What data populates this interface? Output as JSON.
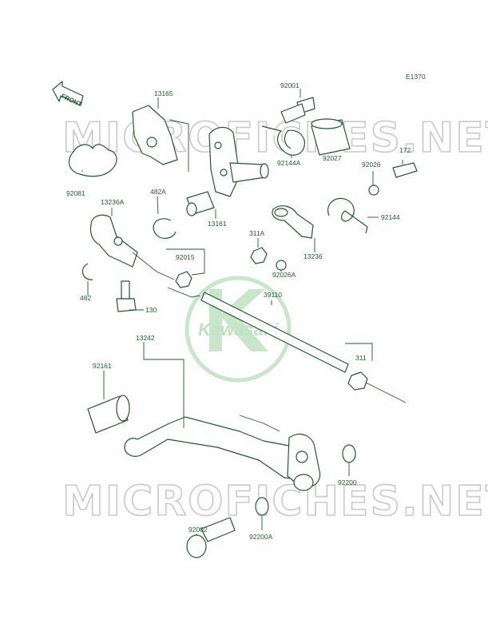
{
  "diagram": {
    "code": "E1370",
    "direction_label": "FRONT",
    "brand_watermark": "Kawasaki",
    "site_watermark": "MICROFICHES.NET",
    "part_labels": {
      "p92001": "92001",
      "p13165": "13165",
      "p92027": "92027",
      "p172": "172",
      "p92026": "92026",
      "p92081": "92081",
      "p13236A": "13236A",
      "p482A": "482A",
      "p92144A": "92144A",
      "p92144": "92144",
      "p13161": "13161",
      "p311A": "311A",
      "p13236": "13236",
      "p92015": "92015",
      "p92026A": "92026A",
      "p482": "482",
      "p130": "130",
      "p39110": "39110",
      "p13242": "13242",
      "p311": "311",
      "p92161": "92161",
      "p92200": "92200",
      "p92002": "92002",
      "p92200A": "92200A"
    }
  }
}
